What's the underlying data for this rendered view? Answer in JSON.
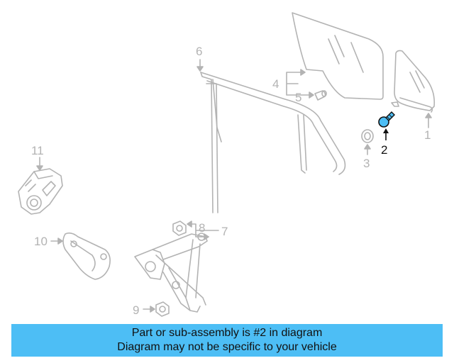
{
  "diagram": {
    "callouts": {
      "c1": "1",
      "c2": "2",
      "c3": "3",
      "c4": "4",
      "c5": "5",
      "c6": "6",
      "c7": "7",
      "c8": "8",
      "c9": "9",
      "c10": "10",
      "c11": "11"
    },
    "highlighted_part": "2",
    "colors": {
      "highlight": "#4dbef5",
      "part_line": "#b3b3b3",
      "active_line": "#111111"
    }
  },
  "banner": {
    "line1": "Part or sub-assembly is #2 in diagram",
    "line2": "Diagram may not be specific to your vehicle",
    "color": "#4dbef5"
  }
}
